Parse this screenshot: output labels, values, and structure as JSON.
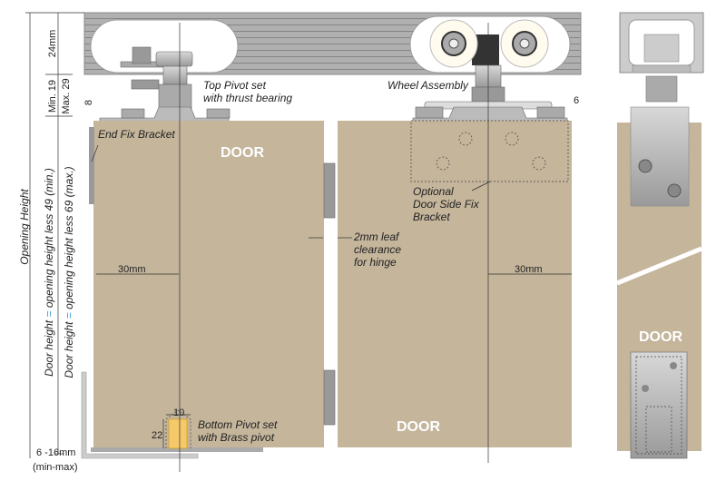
{
  "dimensions": {
    "track_height": "24mm",
    "gap_min": "Min. 19",
    "gap_max": "Max. 29",
    "opening_height": "Opening Height",
    "door_height_min_prefix": "Door height ",
    "door_height_min_eq": "=",
    "door_height_min_suffix": " opening height less 49 (min.)",
    "door_height_max_prefix": "Door height ",
    "door_height_max_eq": "=",
    "door_height_max_suffix": " opening height less 69 (max.)",
    "floor_gap": "6 -16mm",
    "floor_gap_note": "(min-max)",
    "left_offset": "8",
    "right_offset": "6",
    "left_30": "30mm",
    "right_30": "30mm",
    "pivot_width": "10",
    "pivot_height": "22"
  },
  "labels": {
    "door_left": "DOOR",
    "door_right": "DOOR",
    "door_side": "DOOR",
    "end_fix_bracket": "End Fix Bracket",
    "top_pivot_1": "Top Pivot set",
    "top_pivot_2": "with thrust bearing",
    "wheel_assembly": "Wheel Assembly",
    "side_fix_1": "Optional",
    "side_fix_2": "Door Side Fix",
    "side_fix_3": "Bracket",
    "clearance_1": "2mm leaf",
    "clearance_2": "clearance",
    "clearance_3": "for hinge",
    "bottom_pivot_1": "Bottom Pivot set",
    "bottom_pivot_2": "with Brass pivot"
  },
  "colors": {
    "door": "#c4b59b",
    "track": "#aaaaaa",
    "accent_eq": "#3aa0d8",
    "brass": "#f5c96a"
  }
}
